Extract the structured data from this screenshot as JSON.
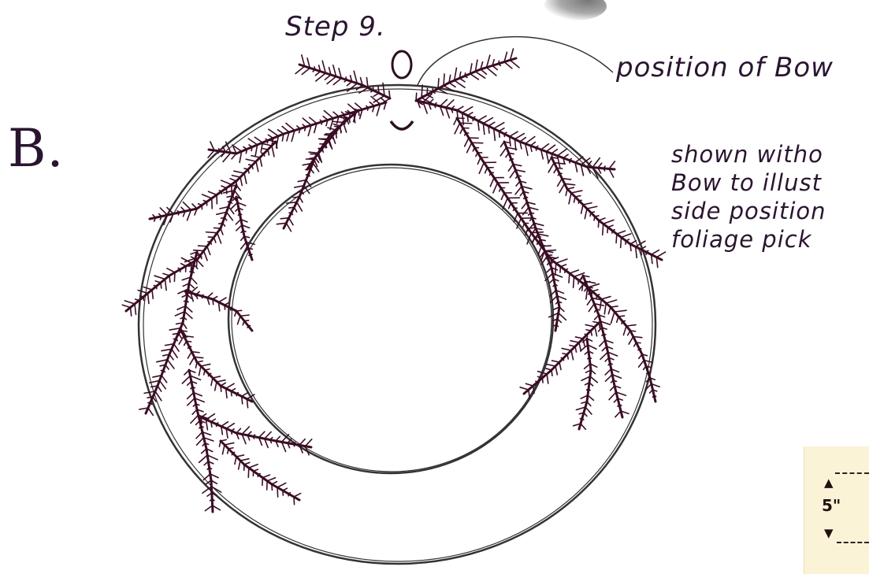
{
  "step_label": "Step 9.",
  "panel_letter": "B.",
  "bow_label": "position of Bow",
  "note_lines": [
    "shown witho",
    "Bow to illust",
    "side position",
    "foliage pick"
  ],
  "ruler": {
    "label": "5\""
  },
  "colors": {
    "ink": "#2a1020",
    "branch": "#3a0d24",
    "ruler_bg": "#fbf3d6"
  }
}
